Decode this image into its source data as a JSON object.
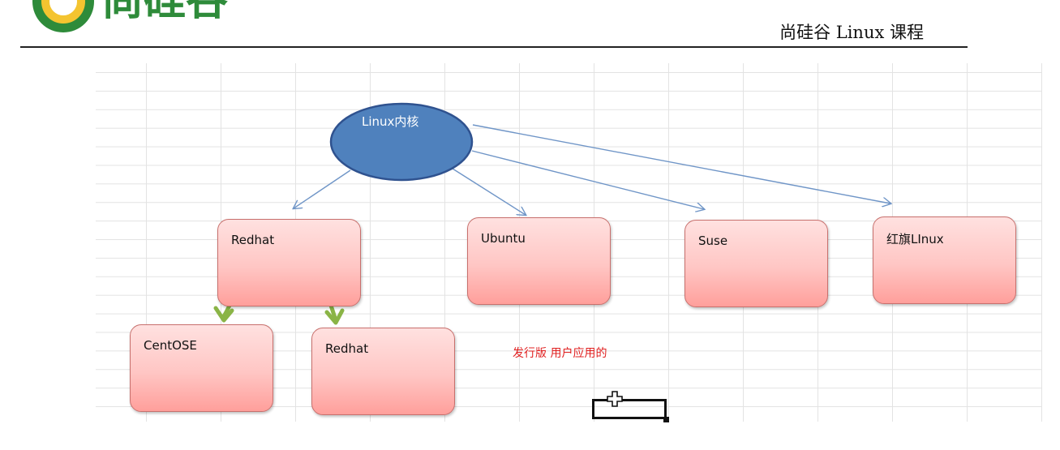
{
  "header": {
    "title": "尚硅谷 Linux 课程"
  },
  "colors": {
    "kernel_fill": "#4f81bd",
    "kernel_border": "#2f528f",
    "arrow_blue": "#6f95c7",
    "arrow_green": "#8ab446",
    "box_border": "#c8706d",
    "note_red": "#e02020"
  },
  "diagram": {
    "kernel_label": "Linux内核",
    "distros": [
      {
        "label": "Redhat"
      },
      {
        "label": "Ubuntu"
      },
      {
        "label": "Suse"
      },
      {
        "label": "红旗LInux"
      }
    ],
    "redhat_children": [
      {
        "label": "CentOSE"
      },
      {
        "label": "Redhat"
      }
    ],
    "note": "发行版 用户应用的"
  }
}
